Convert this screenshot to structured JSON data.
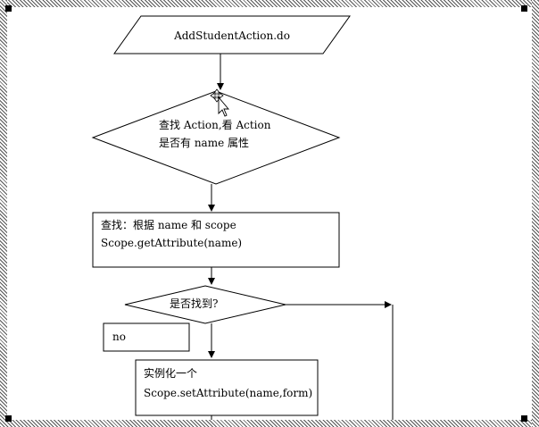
{
  "diagram": {
    "start_io": {
      "text": "AddStudentAction.do"
    },
    "decision1": {
      "line1": "查找 Action,看 Action",
      "line2": "是否有 name 属性"
    },
    "process1": {
      "line1": "查找：根据 name 和 scope",
      "line2": "Scope.getAttribute(name)"
    },
    "decision2": {
      "text": "是否找到?"
    },
    "no_box": {
      "text": "no"
    },
    "process2": {
      "line1": "实例化一个",
      "line2": "Scope.setAttribute(name,form)"
    }
  }
}
